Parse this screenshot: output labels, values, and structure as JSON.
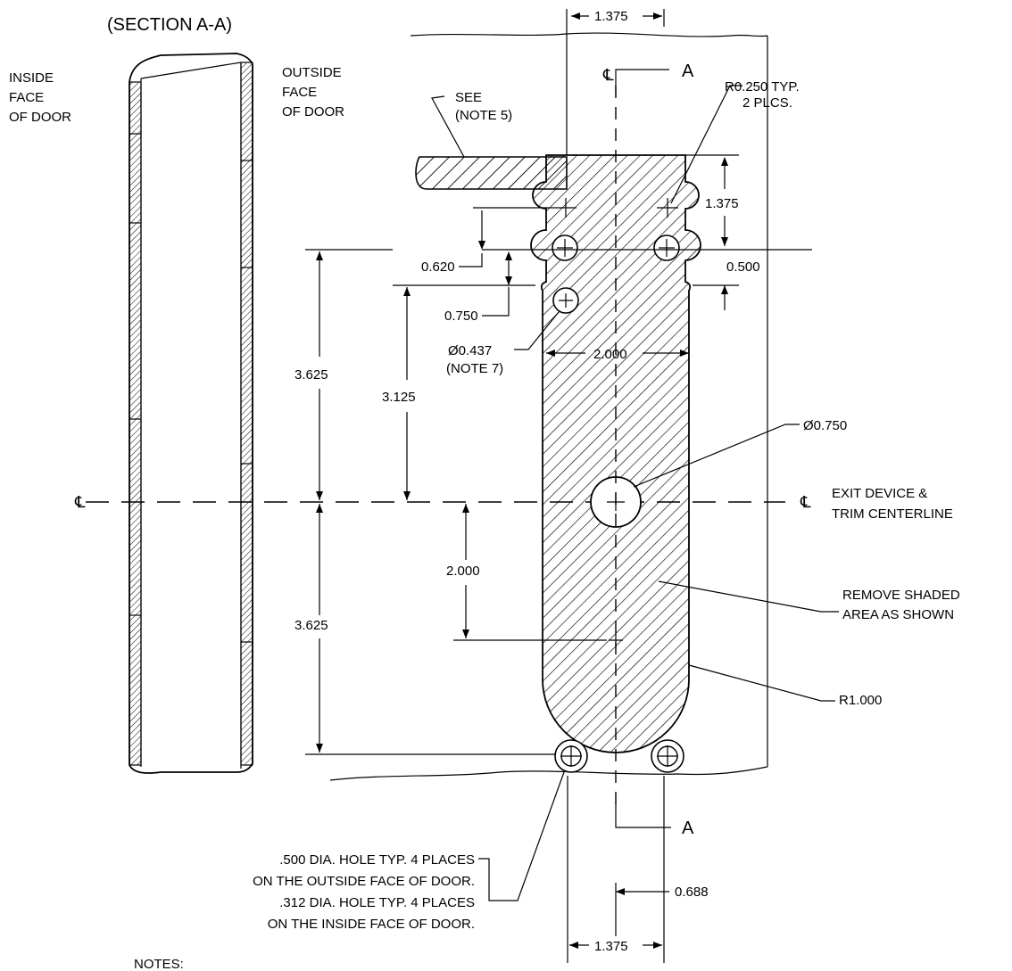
{
  "title": "(SECTION A-A)",
  "labels": {
    "inside_face": [
      "INSIDE",
      "FACE",
      "OF DOOR"
    ],
    "outside_face": [
      "OUTSIDE",
      "FACE",
      "OF DOOR"
    ],
    "see_note": [
      "SEE",
      "(NOTE 5)"
    ],
    "centerline_symbol": "℄",
    "section_marker": "A",
    "radius_typ": [
      "R0.250 TYP.",
      "2 PLCS."
    ],
    "hole_dia": [
      "Ø0.437",
      "(NOTE 7)"
    ],
    "center_hole_dia": "Ø0.750",
    "exit_device": [
      "EXIT DEVICE &",
      "TRIM CENTERLINE"
    ],
    "remove_shaded": [
      "REMOVE SHADED",
      "AREA AS SHOWN"
    ],
    "radius_bottom": "R1.000",
    "hole_note": [
      ".500 DIA. HOLE TYP. 4 PLACES",
      "ON THE OUTSIDE FACE OF DOOR.",
      ".312 DIA. HOLE TYP. 4 PLACES",
      "ON THE INSIDE FACE OF DOOR."
    ],
    "notes_heading": "NOTES:"
  },
  "dimensions": {
    "top_width": "1.375",
    "right_upper": "1.375",
    "right_lower": "0.500",
    "left_620": "0.620",
    "left_750": "0.750",
    "slot_width": "2.000",
    "outer_upper": "3.625",
    "inner_upper": "3.125",
    "center_to_arc": "2.000",
    "outer_lower": "3.625",
    "bottom_offset": "0.688",
    "bottom_width": "1.375"
  }
}
